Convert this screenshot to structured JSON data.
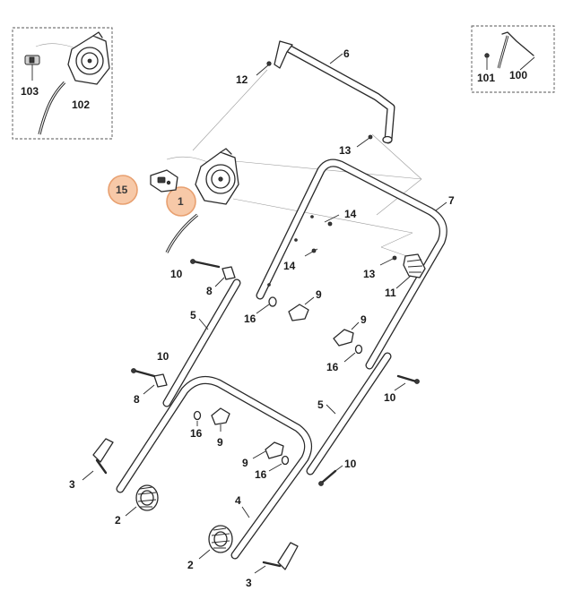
{
  "labels": {
    "p1": "1",
    "p2a": "2",
    "p2b": "2",
    "p3a": "3",
    "p3b": "3",
    "p4": "4",
    "p5a": "5",
    "p5b": "5",
    "p6": "6",
    "p7": "7",
    "p8a": "8",
    "p8b": "8",
    "p9a": "9",
    "p9b": "9",
    "p9c": "9",
    "p9d": "9",
    "p10a": "10",
    "p10b": "10",
    "p10c": "10",
    "p10d": "10",
    "p11": "11",
    "p12": "12",
    "p13a": "13",
    "p13b": "13",
    "p14a": "14",
    "p14b": "14",
    "p15": "15",
    "p16a": "16",
    "p16b": "16",
    "p16c": "16",
    "p16d": "16",
    "p100": "100",
    "p101": "101",
    "p102": "102",
    "p103": "103"
  },
  "colors": {
    "line": "#2a2a2a",
    "highlight_fill": "#f7c9a8",
    "highlight_stroke": "#e8a070",
    "inset_border": "#555555"
  }
}
